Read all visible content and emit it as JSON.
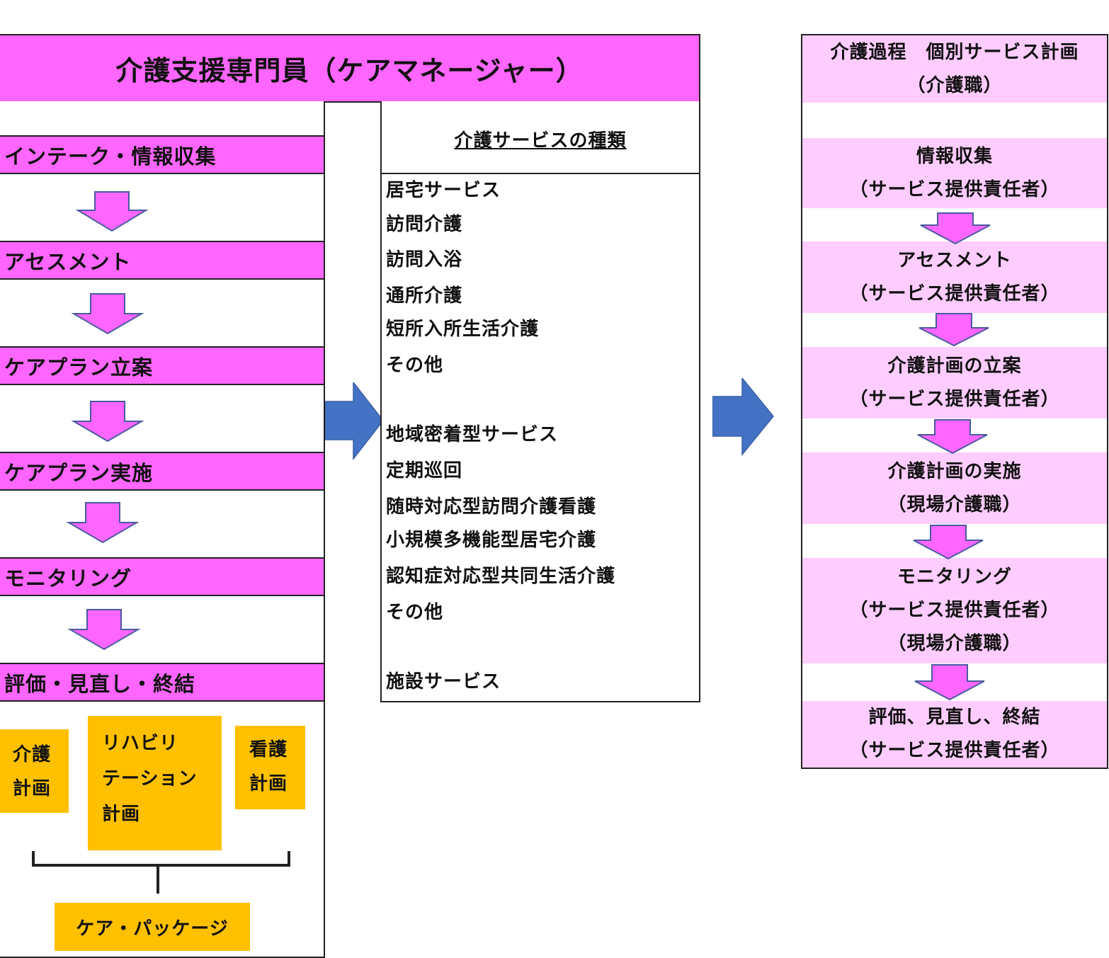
{
  "colors": {
    "magenta": "#ff66ff",
    "light_pink": "#ffccff",
    "yellow": "#ffc000",
    "blue_arrow": "#4472c4",
    "down_arrow": "#ff66ff"
  },
  "title": "介護支援専門員（ケアマネージャー）",
  "care_manager_steps": [
    "インテーク・情報収集",
    "アセスメント",
    "ケアプラン立案",
    "ケアプラン実施",
    "モニタリング",
    "評価・見直し・終結"
  ],
  "plans": {
    "kaigo": [
      "介護",
      "計画"
    ],
    "rehab": [
      "リハビリ",
      "テーション",
      "計画"
    ],
    "kango": [
      "看護",
      "計画"
    ]
  },
  "care_package": "ケア・パッケージ",
  "services": {
    "heading": "介護サービスの種類",
    "items": [
      "居宅サービス",
      "訪問介護",
      "訪問入浴",
      "通所介護",
      "短所入所生活介護",
      "その他",
      "地域密着型サービス",
      "定期巡回",
      "随時対応型訪問介護看護",
      "小規模多機能型居宅介護",
      "認知症対応型共同生活介護",
      "その他",
      "施設サービス"
    ]
  },
  "care_process": {
    "header": [
      "介護過程　個別サービス計画",
      "（介護職）"
    ],
    "steps": [
      {
        "lines": [
          "情報収集",
          "（サービス提供責任者）"
        ]
      },
      {
        "lines": [
          "アセスメント",
          "（サービス提供責任者）"
        ]
      },
      {
        "lines": [
          "介護計画の立案",
          "（サービス提供責任者）"
        ]
      },
      {
        "lines": [
          "介護計画の実施",
          "（現場介護職）"
        ]
      },
      {
        "lines": [
          "モニタリング",
          "（サービス提供責任者）",
          "（現場介護職）"
        ]
      },
      {
        "lines": [
          "評価、見直し、終結",
          "（サービス提供責任者）"
        ]
      }
    ]
  }
}
